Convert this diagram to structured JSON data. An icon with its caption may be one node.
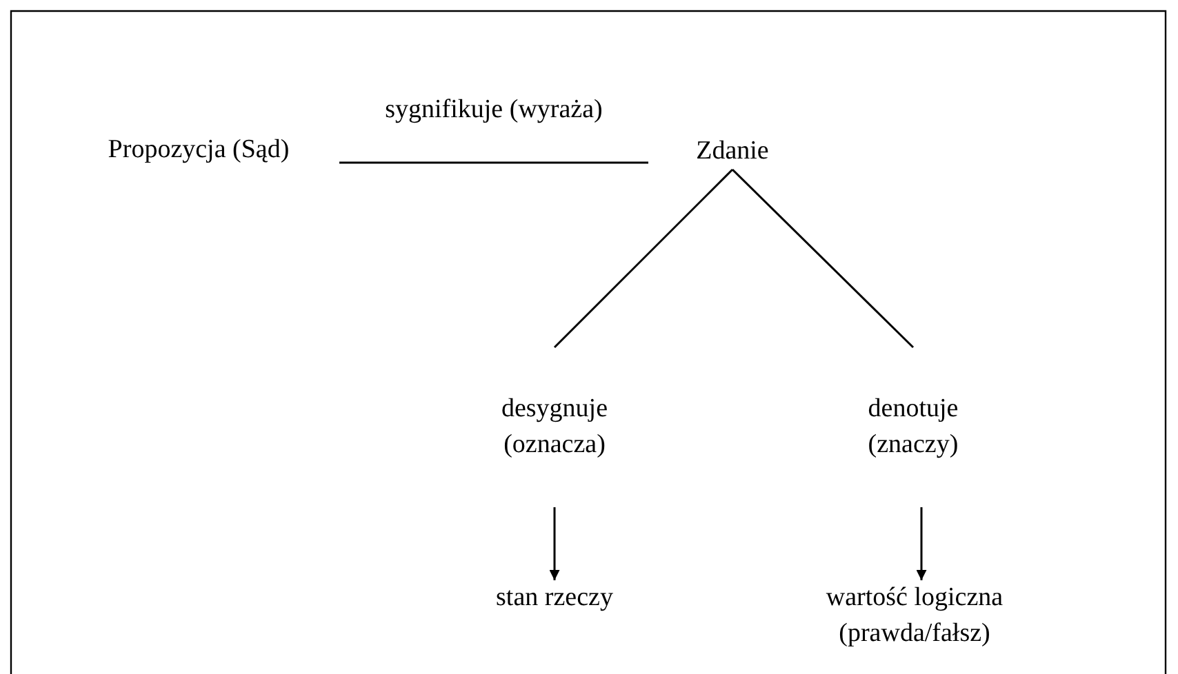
{
  "diagram": {
    "nodes": [
      {
        "text": [
          "Propozycja (Sąd)"
        ]
      },
      {
        "text": [
          "Zdanie"
        ]
      },
      {
        "text": [
          "desygnuje (oznacza)"
        ]
      },
      {
        "text": [
          "denotuje (znaczy)"
        ]
      },
      {
        "text": [
          "stan rzeczy"
        ]
      },
      {
        "text": [
          "wartość logiczna (prawda/fałsz)"
        ]
      }
    ],
    "edges": [
      {
        "from": 0,
        "to": 1,
        "arrow": "none",
        "label": "sygnifikuje (wyraża)"
      },
      {
        "from": 1,
        "to": 2,
        "arrow": "none"
      },
      {
        "from": 1,
        "to": 3,
        "arrow": "none"
      },
      {
        "from": 2,
        "to": 4,
        "arrow": "to"
      },
      {
        "from": 3,
        "to": 5,
        "arrow": "to"
      }
    ]
  }
}
